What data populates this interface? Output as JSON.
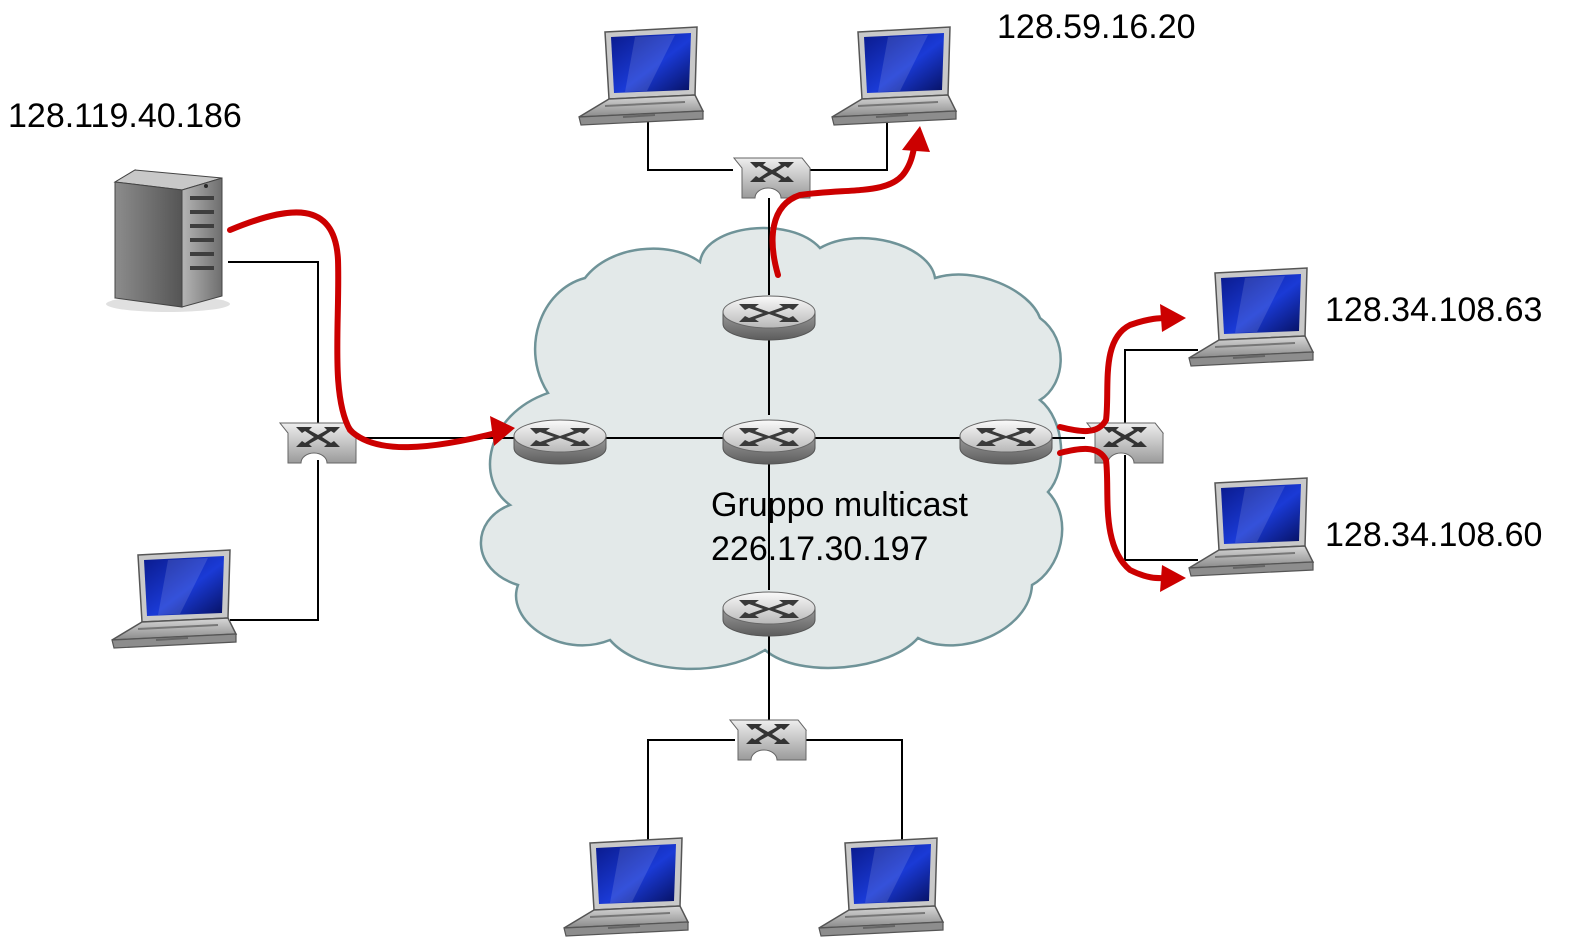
{
  "labels": {
    "source_host": "128.119.40.186",
    "top_right_host": "128.59.16.20",
    "right_host_upper": "128.34.108.63",
    "right_host_lower": "128.34.108.60",
    "group_line1": "Gruppo multicast",
    "group_line2": "226.17.30.197"
  },
  "colors": {
    "cloud_fill": "#e3e9e9",
    "cloud_stroke": "#6f9398",
    "flow_arrow": "#cc0000",
    "link": "#000000"
  }
}
